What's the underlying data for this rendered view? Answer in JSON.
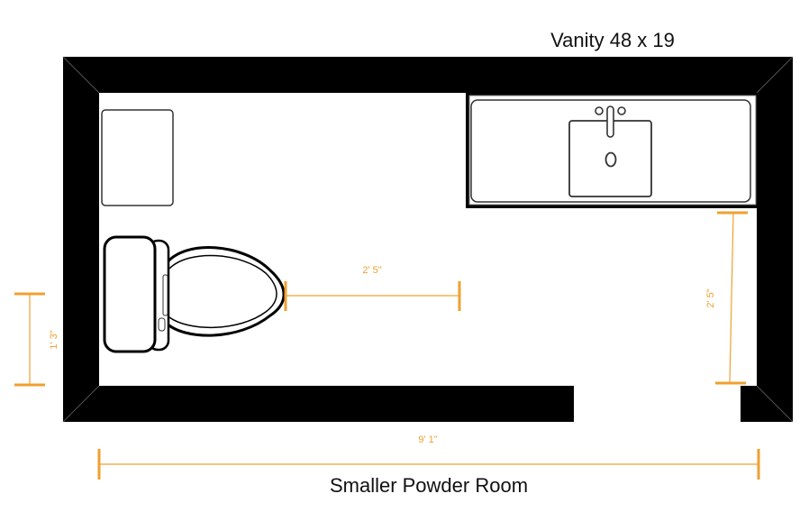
{
  "title": "Smaller Powder Room",
  "vanity_label": "Vanity 48 x 19",
  "dimensions": {
    "toilet_clearance": "2' 5\"",
    "vanity_clearance": "2' 5\"",
    "toilet_offset": "1' 3\"",
    "room_length": "9' 1\""
  },
  "colors": {
    "wall": "#000000",
    "dimension": "#f0a030"
  }
}
